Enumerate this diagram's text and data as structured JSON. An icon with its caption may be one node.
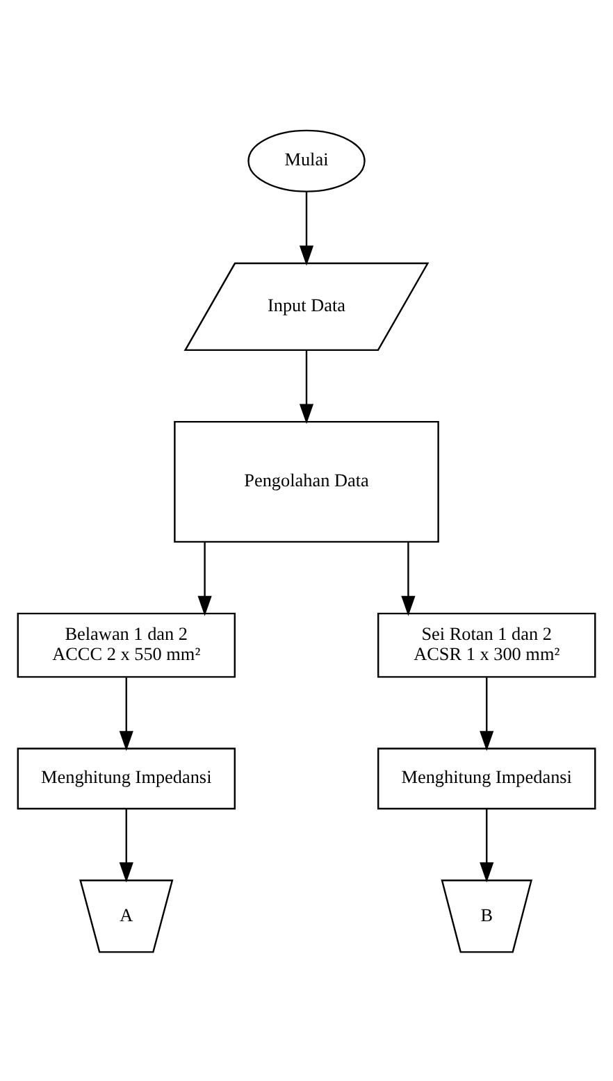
{
  "diagram": {
    "nodes": [
      {
        "text": [
          "Mulai"
        ]
      },
      {
        "text": [
          "Input Data"
        ]
      },
      {
        "text": [
          "Pengolahan Data"
        ]
      },
      {
        "text": [
          "Belawan 1 dan 2",
          "ACCC 2 x 550 mm²"
        ]
      },
      {
        "text": [
          "Sei Rotan 1 dan 2",
          "ACSR 1 x 300 mm²"
        ]
      },
      {
        "text": [
          "Menghitung Impedansi"
        ]
      },
      {
        "text": [
          "Menghitung Impedansi"
        ]
      },
      {
        "text": [
          "A"
        ]
      },
      {
        "text": [
          "B"
        ]
      }
    ],
    "edges": [
      {
        "from": 0,
        "to": 1,
        "arrow": "to"
      },
      {
        "from": 1,
        "to": 2,
        "arrow": "to"
      },
      {
        "from": 2,
        "to": 3,
        "arrow": "to"
      },
      {
        "from": 2,
        "to": 4,
        "arrow": "to"
      },
      {
        "from": 3,
        "to": 5,
        "arrow": "to"
      },
      {
        "from": 4,
        "to": 6,
        "arrow": "to"
      },
      {
        "from": 5,
        "to": 7,
        "arrow": "to"
      },
      {
        "from": 6,
        "to": 8,
        "arrow": "to"
      }
    ]
  }
}
